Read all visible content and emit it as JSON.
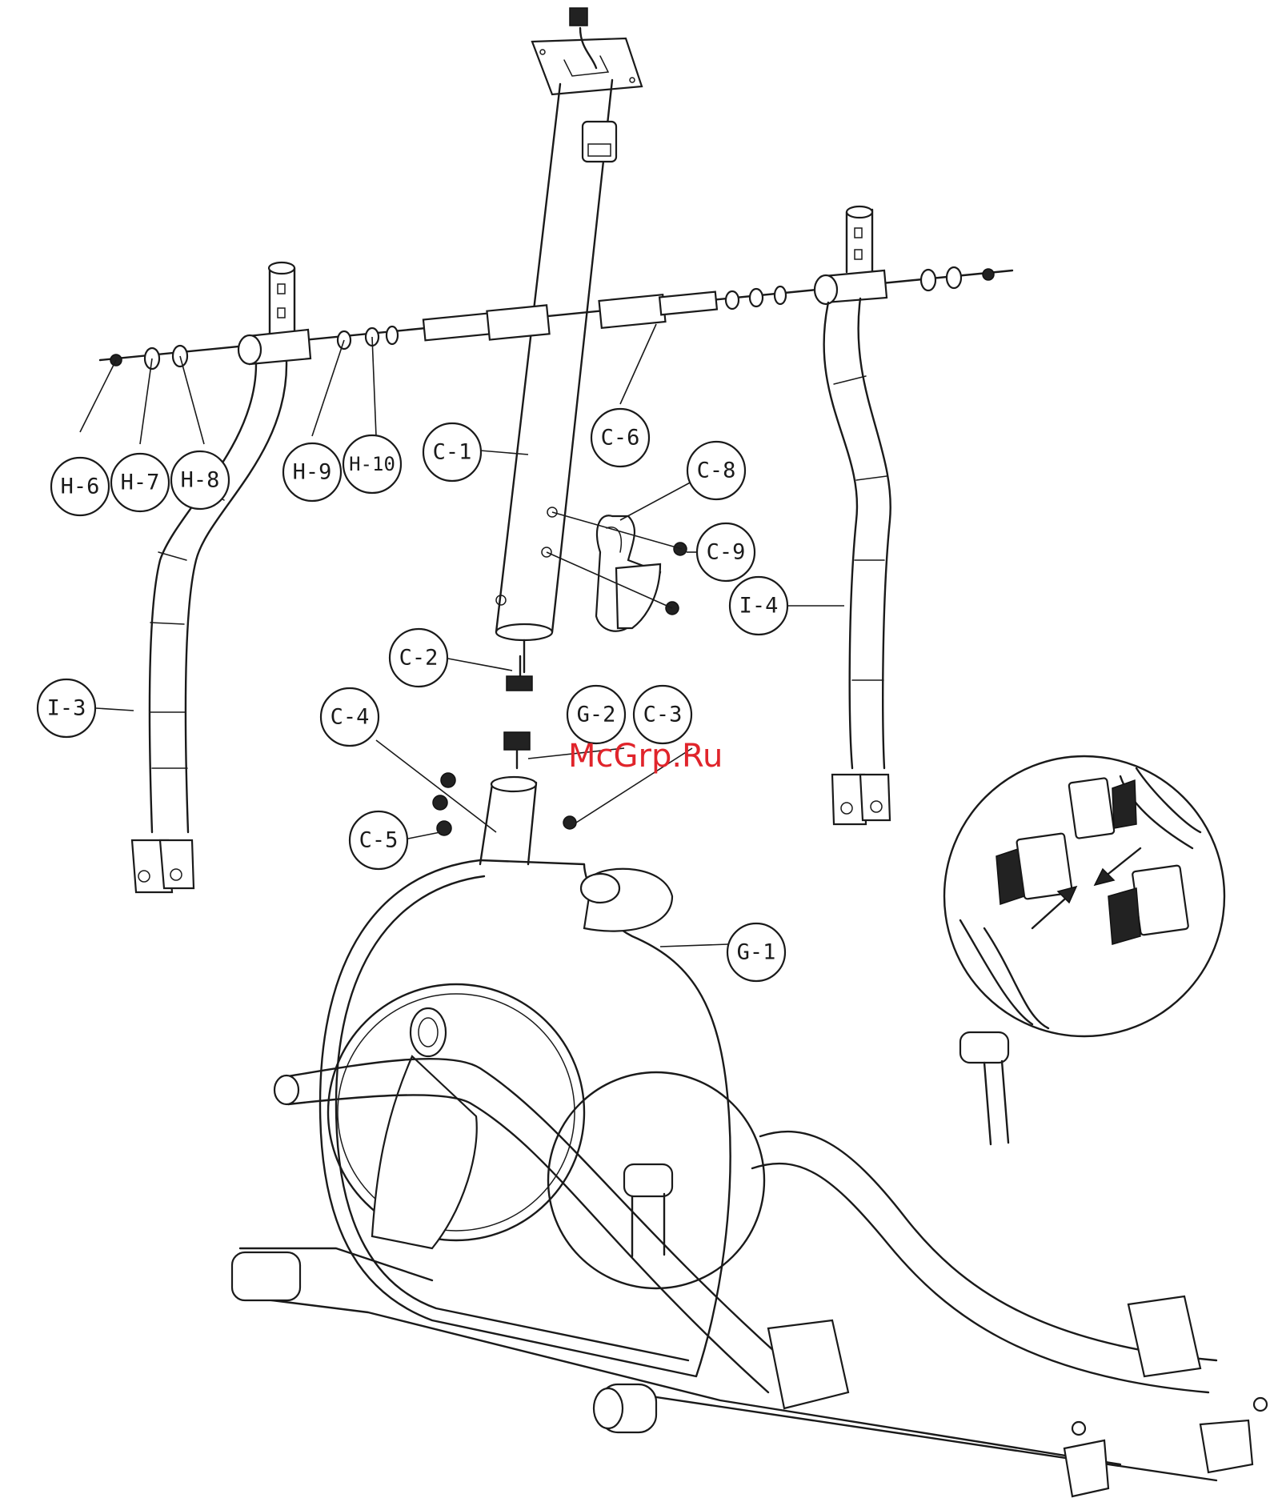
{
  "watermark": "McGrp.Ru",
  "callouts": {
    "H6": "H-6",
    "H7": "H-7",
    "H8": "H-8",
    "H9": "H-9",
    "H10": "H-10",
    "C1": "C-1",
    "C6": "C-6",
    "C8": "C-8",
    "C9": "C-9",
    "I4": "I-4",
    "C2": "C-2",
    "I3": "I-3",
    "C4": "C-4",
    "G2": "G-2",
    "C3": "C-3",
    "C5": "C-5",
    "G1": "G-1"
  }
}
